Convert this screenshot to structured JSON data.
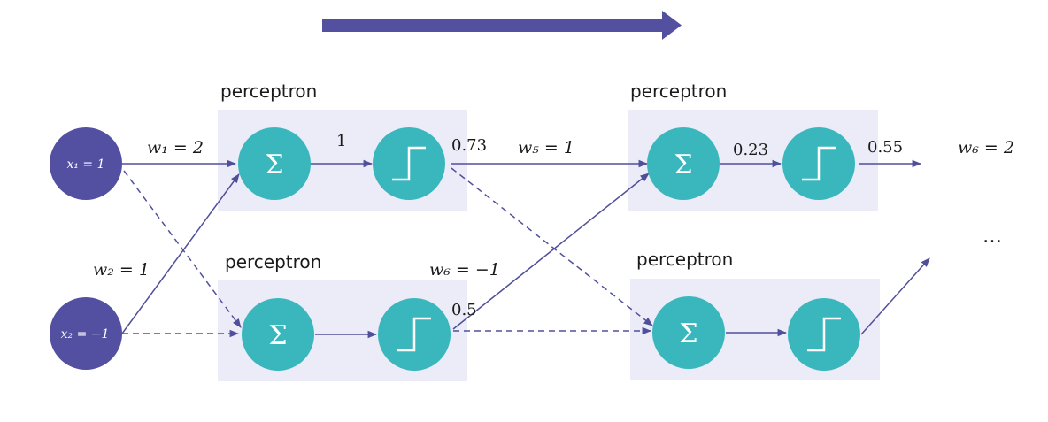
{
  "colors": {
    "input_node": "#534fa1",
    "perceptron_node": "#3ab7bd",
    "box": "#ecebf8",
    "arrow": "#5450a0",
    "connection": "#50509a"
  },
  "perceptrons": {
    "top_left": "perceptron",
    "bottom_left": "perceptron",
    "top_right": "perceptron",
    "bottom_right": "perceptron"
  },
  "inputs": {
    "x1": "x₁ = 1",
    "x2": "x₂ = −1"
  },
  "weights": {
    "w1": "w₁ = 2",
    "w2": "w₂ = 1",
    "w5": "w₅ = 1",
    "w6_mid": "w₆ = −1",
    "w6_right": "w₆ = 2"
  },
  "values": {
    "sum_top": "1",
    "out_top_left": "0.73",
    "out_bottom_left": "0.5",
    "sum_top_right": "0.23",
    "out_top_right": "0.55"
  },
  "symbols": {
    "sigma": "Σ",
    "ellipsis": "…"
  }
}
